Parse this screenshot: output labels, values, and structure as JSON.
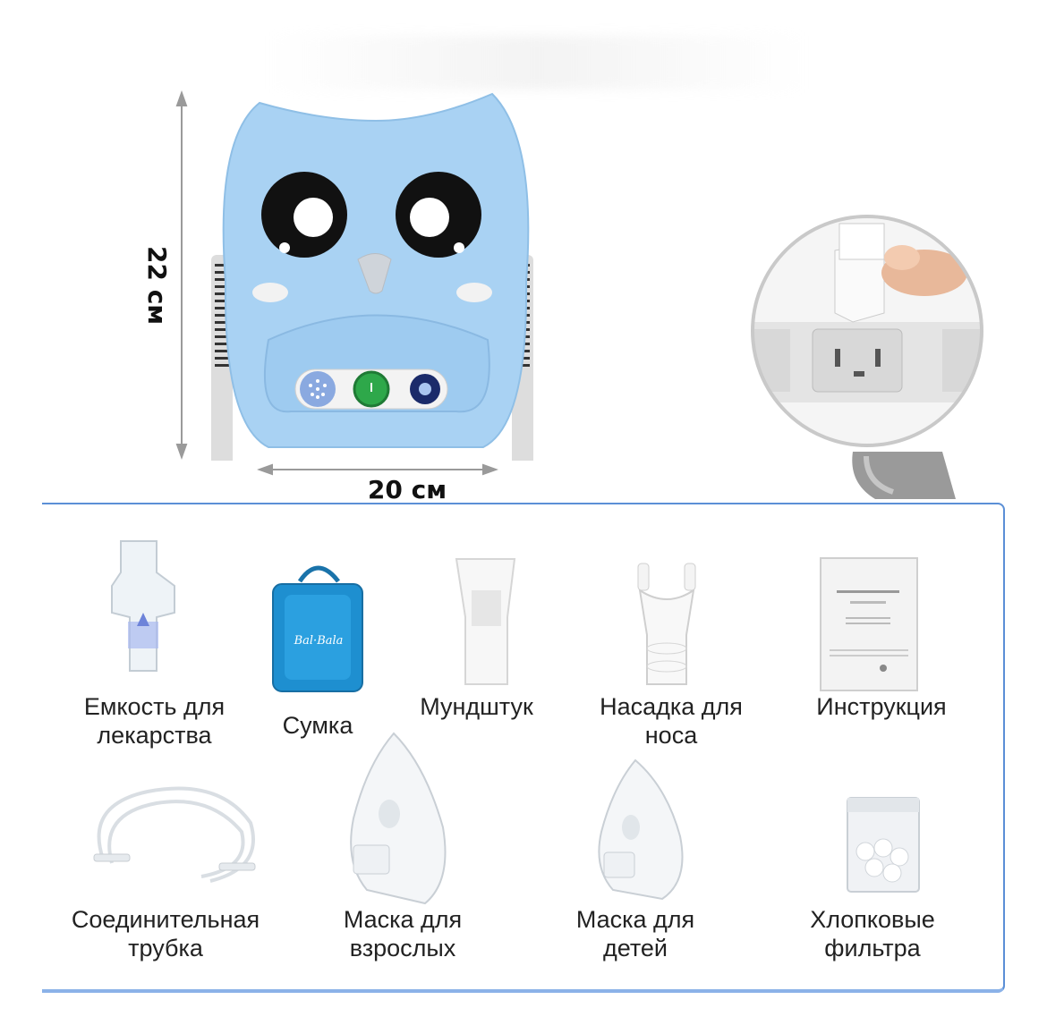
{
  "dimensions": {
    "height_label": "22 см",
    "width_label": "20 см"
  },
  "kit": {
    "items": [
      {
        "label": "Емкость для\nлекарства",
        "icon": "medicine-cup-icon"
      },
      {
        "label": "Сумка",
        "icon": "bag-icon"
      },
      {
        "label": "Мундштук",
        "icon": "mouthpiece-icon"
      },
      {
        "label": "Насадка для\nноса",
        "icon": "nose-piece-icon"
      },
      {
        "label": "Инструкция",
        "icon": "manual-icon"
      },
      {
        "label": "Соединительная\nтрубка",
        "icon": "tube-icon"
      },
      {
        "label": "Маска для\nвзрослых",
        "icon": "adult-mask-icon"
      },
      {
        "label": "Маска для\nдетей",
        "icon": "child-mask-icon"
      },
      {
        "label": "Хлопковые\nфильтра",
        "icon": "cotton-filters-icon"
      }
    ]
  },
  "colors": {
    "device_body": "#a9d2f3",
    "panel_border": "#5b8fd6",
    "power_button": "#2ea84a",
    "bag": "#1e8fd0"
  }
}
